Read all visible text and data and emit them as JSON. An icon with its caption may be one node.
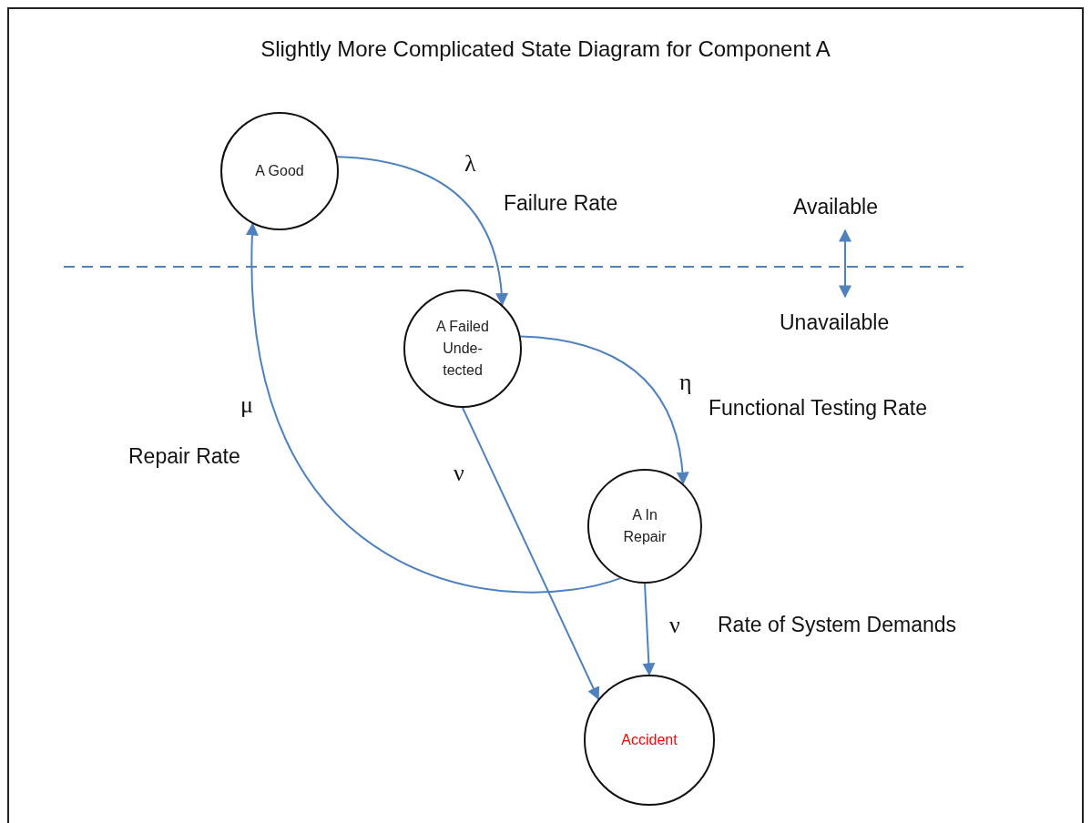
{
  "diagram": {
    "title": "Slightly More Complicated State Diagram for Component A",
    "nodes": [
      {
        "text": [
          "A Good"
        ]
      },
      {
        "text": [
          "A Failed Unde- tected"
        ]
      },
      {
        "text": [
          "A In Repair"
        ]
      },
      {
        "text": [
          "Accident"
        ]
      }
    ],
    "edges": [
      {
        "from": 0,
        "to": 1,
        "arrow": "to"
      },
      {
        "from": 1,
        "to": 2,
        "arrow": "to"
      },
      {
        "from": 2,
        "to": 0,
        "arrow": "to"
      },
      {
        "from": 1,
        "to": 3,
        "arrow": "to"
      },
      {
        "from": 2,
        "to": 3,
        "arrow": "to"
      }
    ],
    "labels": [
      "λ",
      "Failure Rate",
      "Available",
      "Unavailable",
      "η",
      "Functional Testing Rate",
      "μ",
      "Repair Rate",
      "ν",
      "ν",
      "Rate of System Demands"
    ]
  }
}
